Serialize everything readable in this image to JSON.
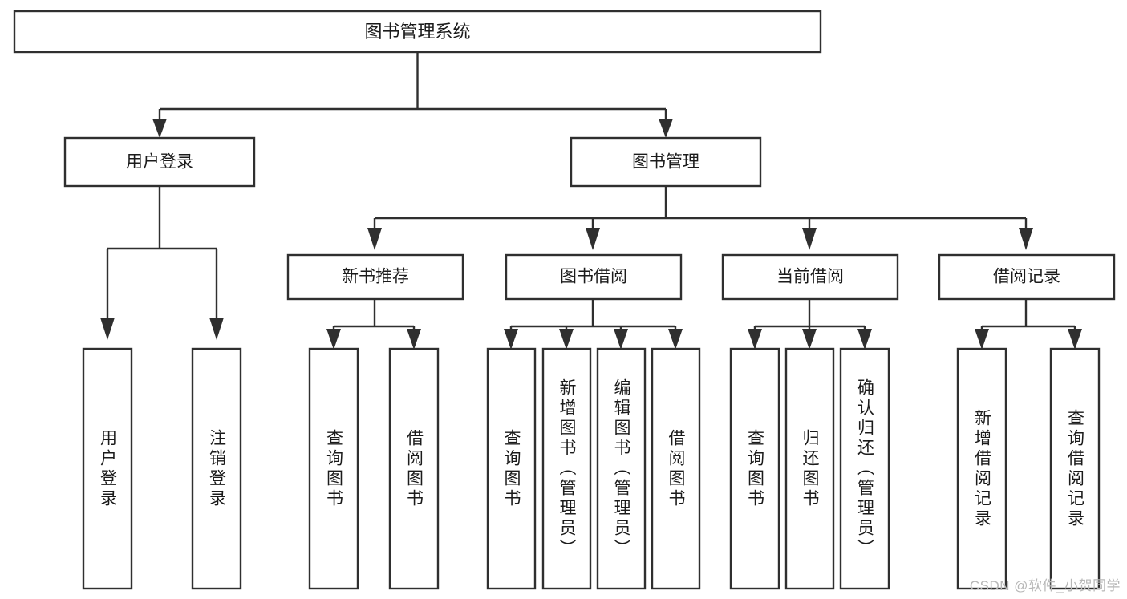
{
  "diagram": {
    "type": "tree-flowchart",
    "title": "图书管理系统",
    "orientation": "top-down",
    "colors": {
      "stroke": "#2f2f2f",
      "fill": "#ffffff",
      "text": "#1b1b1b",
      "watermark": "#b7b7b7"
    },
    "root": {
      "label": "图书管理系统"
    },
    "level2": [
      {
        "label": "用户登录"
      },
      {
        "label": "图书管理"
      }
    ],
    "level3": [
      {
        "label": "新书推荐"
      },
      {
        "label": "图书借阅"
      },
      {
        "label": "当前借阅"
      },
      {
        "label": "借阅记录"
      }
    ],
    "leaves": {
      "user_login": [
        {
          "label": "用户登录"
        },
        {
          "label": "注销登录"
        }
      ],
      "new_book_recommend": [
        {
          "label": "查询图书"
        },
        {
          "label": "借阅图书"
        }
      ],
      "book_borrow": [
        {
          "label": "查询图书"
        },
        {
          "label": "新增图书（管理员）"
        },
        {
          "label": "编辑图书（管理员）"
        },
        {
          "label": "借阅图书"
        }
      ],
      "current_borrow": [
        {
          "label": "查询图书"
        },
        {
          "label": "归还图书"
        },
        {
          "label": "确认归还（管理员）"
        }
      ],
      "borrow_record": [
        {
          "label": "新增借阅记录"
        },
        {
          "label": "查询借阅记录"
        }
      ]
    }
  },
  "watermark": {
    "text": "CSDN @软件_小贺同学"
  }
}
